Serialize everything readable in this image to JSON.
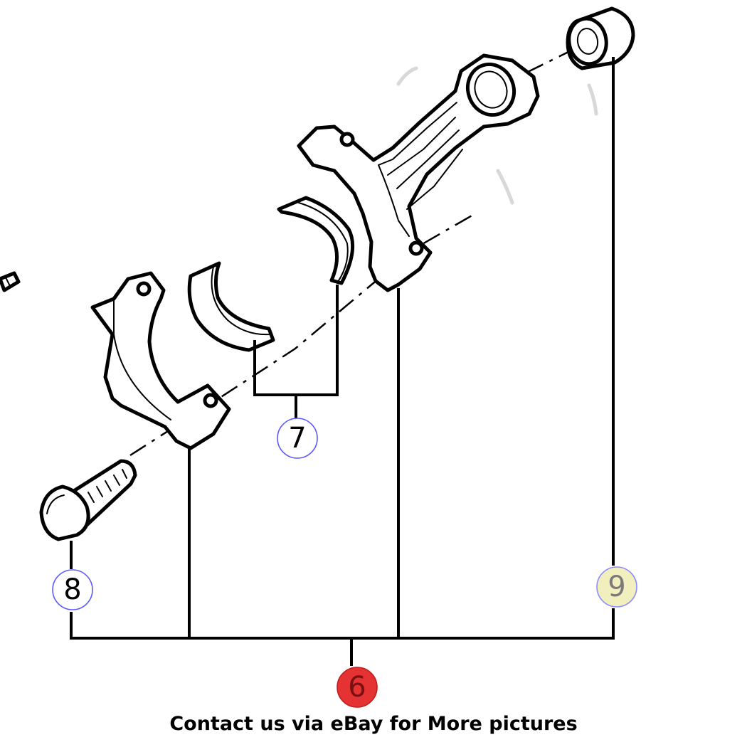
{
  "callouts": {
    "con_rod": {
      "label": "6",
      "fill": "#e53333",
      "ring": "#c01f1f"
    },
    "bearing_shells": {
      "label": "7",
      "fill": "#ffffff",
      "ring": "#5a5aff"
    },
    "bolt": {
      "label": "8",
      "fill": "#ffffff",
      "ring": "#5a5aff"
    },
    "bushing": {
      "label": "9",
      "fill": "#f2efbf",
      "ring": "#8c8cff"
    }
  },
  "caption": "Contact us via eBay for More pictures"
}
